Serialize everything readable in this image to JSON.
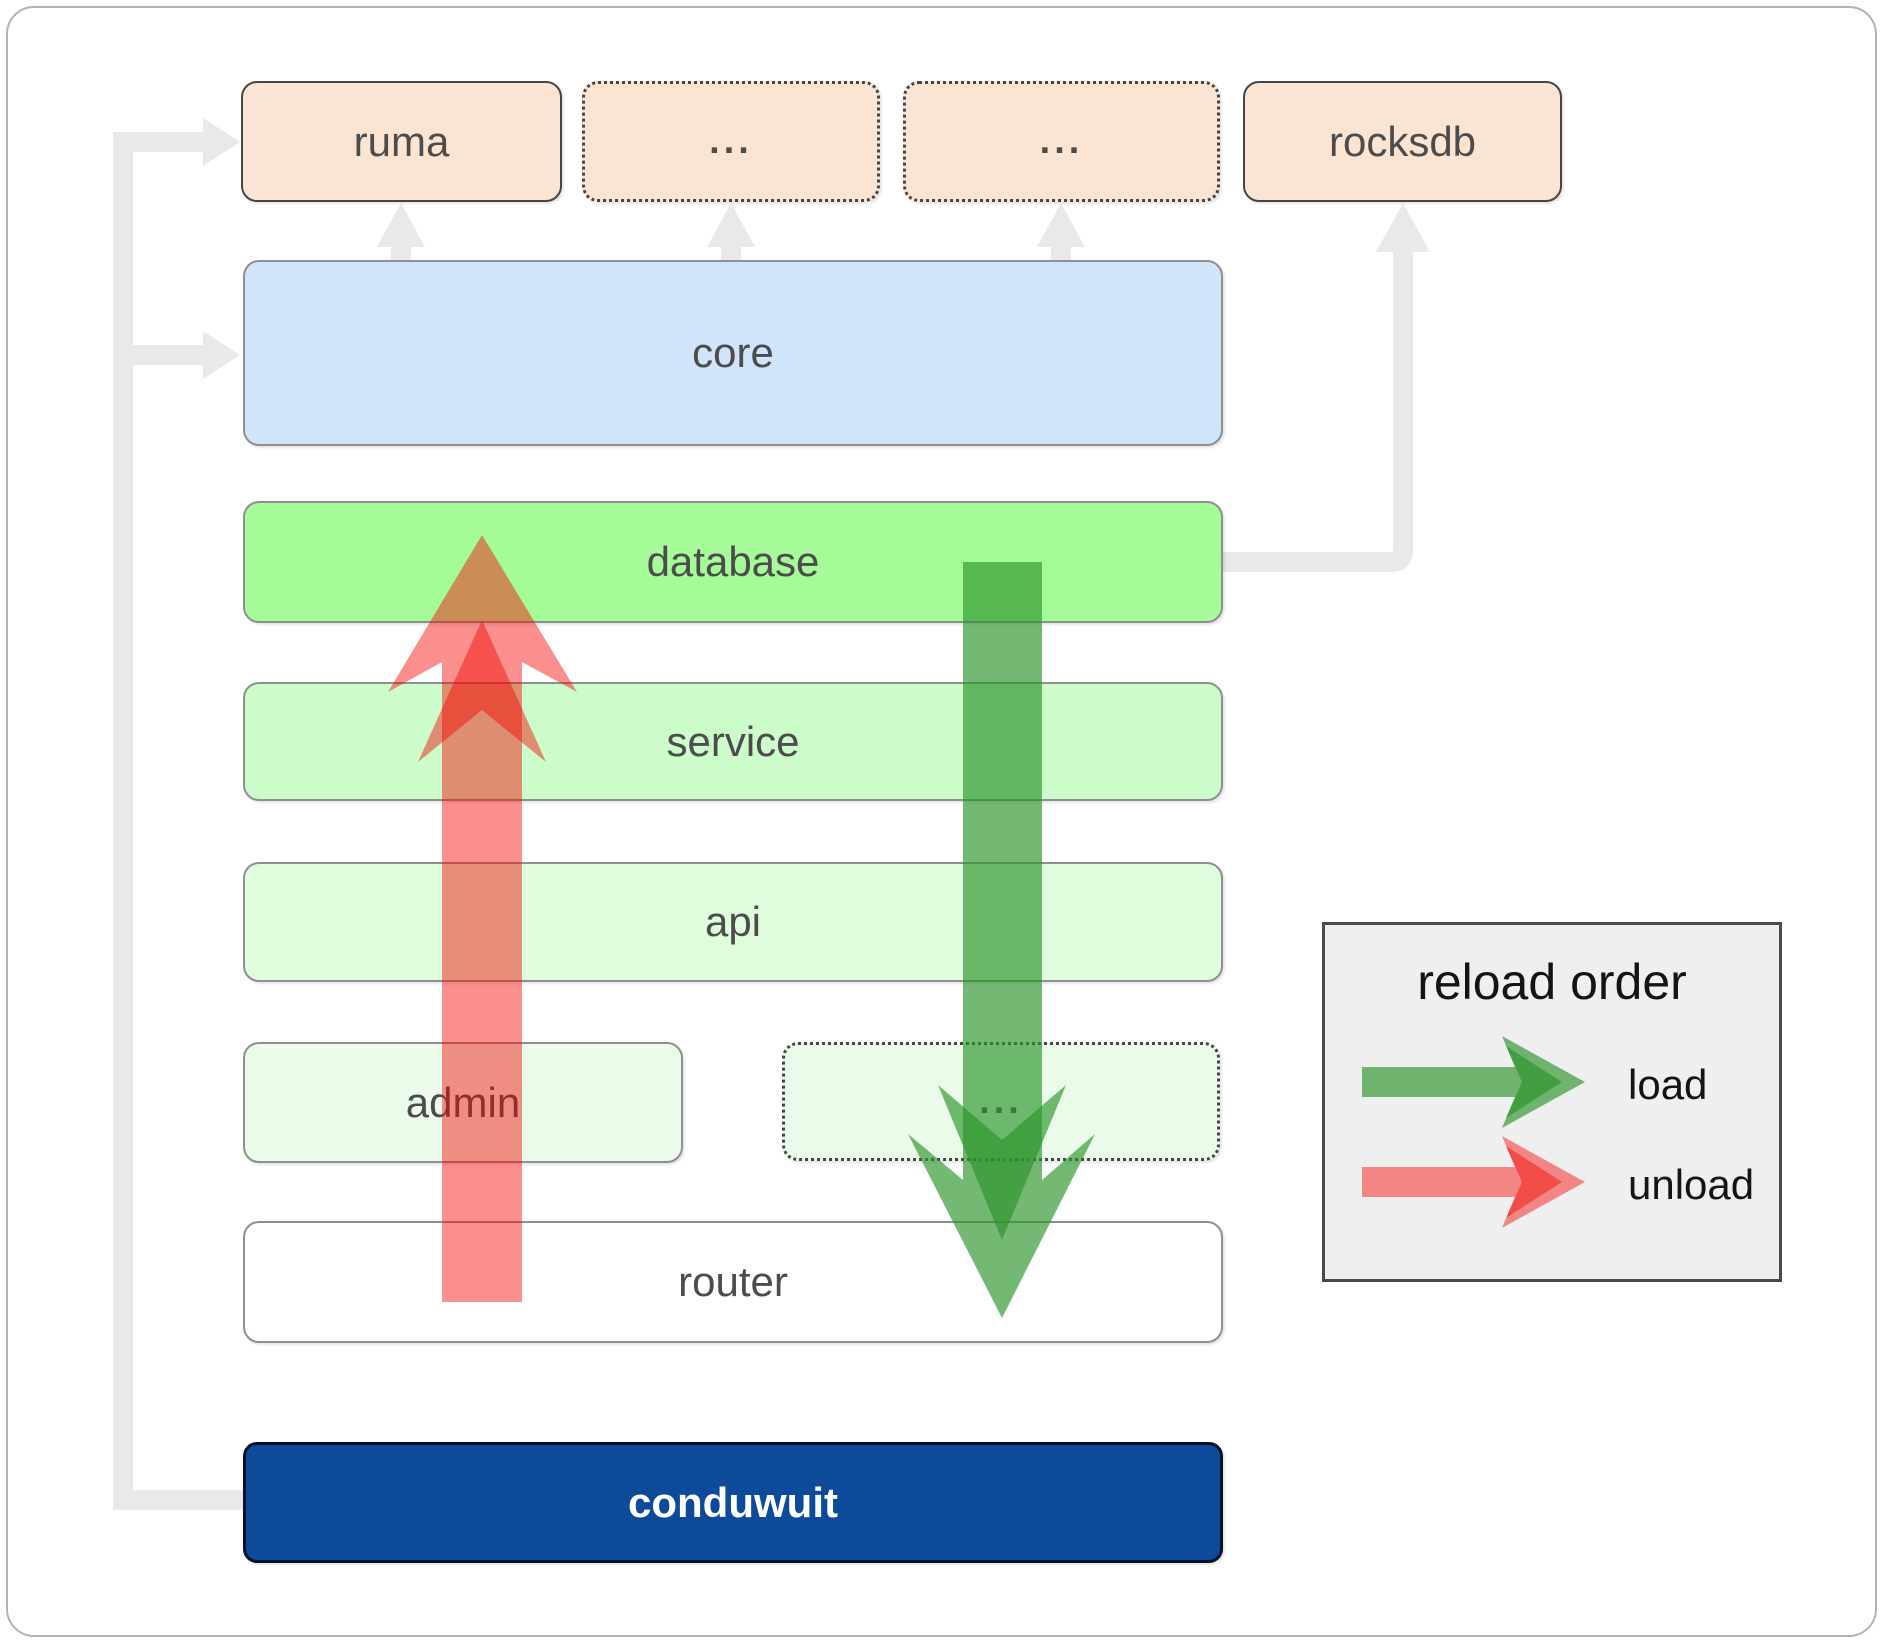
{
  "nodes": {
    "ruma": "ruma",
    "ellipsis_top_1": "...",
    "ellipsis_top_2": "...",
    "rocksdb": "rocksdb",
    "core": "core",
    "database": "database",
    "service": "service",
    "api": "api",
    "admin": "admin",
    "ellipsis_admin_row": "...",
    "router": "router",
    "conduwuit": "conduwuit"
  },
  "legend": {
    "title": "reload order",
    "items": [
      {
        "name": "load",
        "label": "load"
      },
      {
        "name": "unload",
        "label": "unload"
      }
    ]
  },
  "colors": {
    "canvas_border": "#b3b3b3",
    "node_border": "#8f8f8f",
    "dark_border": "#454545",
    "peach_fill": "#fce4d2",
    "core_fill": "#d0e5fa",
    "database_fill": "#a6fb99",
    "service_fill": "#ccfcca",
    "api_fill": "#dffcdd",
    "admin_fill": "#eafbea",
    "router_fill": "#ffffff",
    "conduwuit_fill": "#0d4b9a",
    "conduwuit_text": "#ffffff",
    "label_text": "#4c4c4c",
    "connector": "#e9e9e9",
    "load_arrow": "#2a942a",
    "unload_arrow": "#f40702",
    "legend_bg": "#efefef"
  }
}
